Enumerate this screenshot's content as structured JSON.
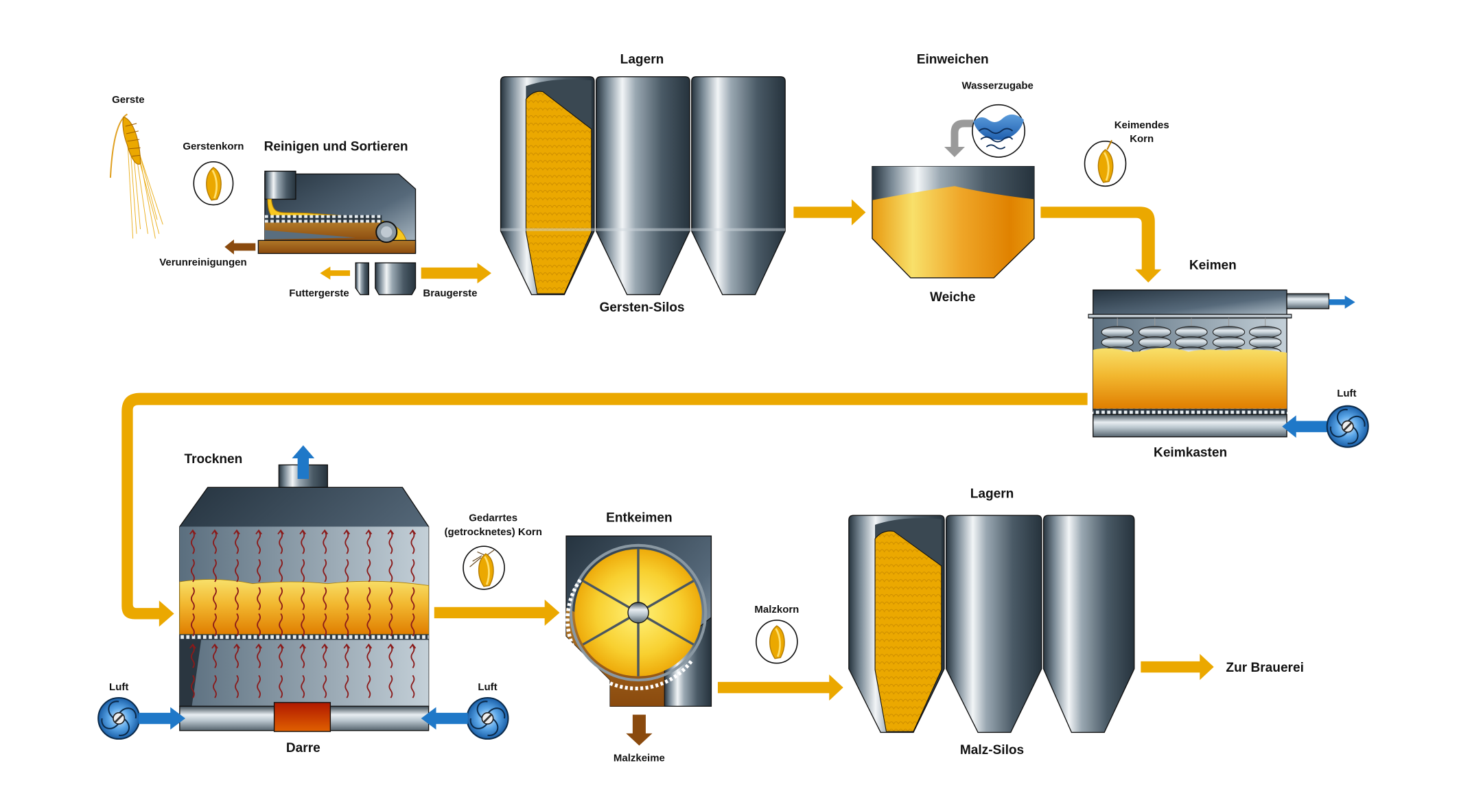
{
  "title": "Mälzerei Prozess",
  "colors": {
    "grain": "#EBA800",
    "grain_dark": "#E08200",
    "grain_light": "#F8E06A",
    "air": "#1F78C8",
    "waste": "#8A4A0E",
    "steel_dark": "#26333D",
    "steel_light": "#E8EEF2",
    "heat_lines": "#8B1A1A",
    "burner": "#C02000",
    "water": "#2A6DB8",
    "water_return": "#9A9A9A"
  },
  "stages": {
    "gerste": {
      "label": "Gerste",
      "icon": "barley-ear-icon"
    },
    "gerstenkorn": {
      "label": "Gerstenkorn",
      "icon": "barley-grain-icon"
    },
    "reinigen": {
      "label": "Reinigen und Sortieren"
    },
    "verunreinigungen": {
      "label": "Verunreinigungen"
    },
    "futtergerste": {
      "label": "Futtergerste"
    },
    "braugerste": {
      "label": "Braugerste"
    },
    "lagern1": {
      "label": "Lagern",
      "sublabel": "Gersten-Silos"
    },
    "einweichen": {
      "label": "Einweichen",
      "sublabel": "Weiche"
    },
    "wasserzugabe": {
      "label": "Wasserzugabe",
      "icon": "water-icon"
    },
    "keimendes_korn": {
      "label_line1": "Keimendes",
      "label_line2": "Korn",
      "icon": "germinating-grain-icon"
    },
    "keimen": {
      "label": "Keimen",
      "sublabel": "Keimkasten"
    },
    "luft_keimen": {
      "label": "Luft",
      "icon": "fan-icon"
    },
    "trocknen": {
      "label": "Trocknen",
      "sublabel": "Darre"
    },
    "luft_left": {
      "label": "Luft",
      "icon": "fan-icon"
    },
    "luft_right": {
      "label": "Luft",
      "icon": "fan-icon"
    },
    "gedarrtes": {
      "label_line1": "Gedarrtes",
      "label_line2": "(getrocknetes) Korn",
      "icon": "dried-grain-icon"
    },
    "entkeimen": {
      "label": "Entkeimen"
    },
    "malzkeime": {
      "label": "Malzkeime"
    },
    "malzkorn": {
      "label": "Malzkorn",
      "icon": "malt-grain-icon"
    },
    "lagern2": {
      "label": "Lagern",
      "sublabel": "Malz-Silos"
    },
    "brauerei": {
      "label": "Zur Brauerei"
    }
  }
}
